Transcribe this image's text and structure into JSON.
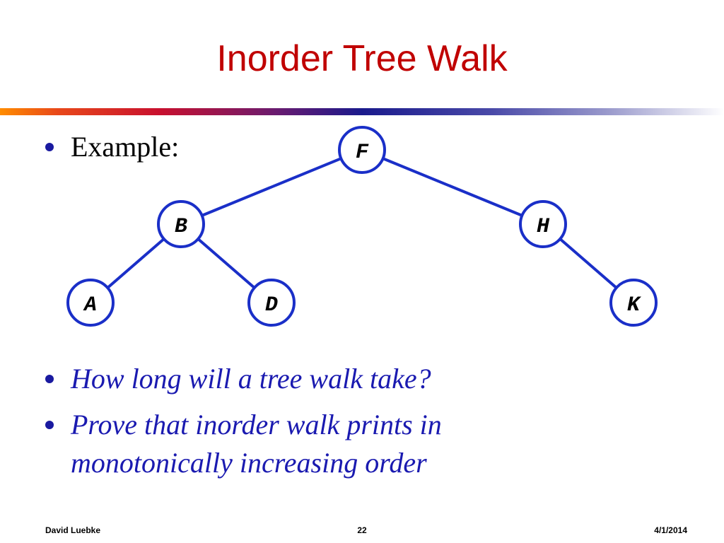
{
  "slide": {
    "title": "Inorder Tree Walk",
    "bullets": [
      "Example:",
      "How long will a tree walk take?",
      "Prove that inorder walk prints in monotonically increasing order"
    ]
  },
  "tree": {
    "nodes": {
      "F": "F",
      "B": "B",
      "H": "H",
      "A": "A",
      "D": "D",
      "K": "K"
    },
    "edges": [
      [
        "F",
        "B"
      ],
      [
        "F",
        "H"
      ],
      [
        "B",
        "A"
      ],
      [
        "B",
        "D"
      ],
      [
        "H",
        "K"
      ]
    ],
    "node_border_color": "#1a2fc8",
    "edge_color": "#1a2fc8"
  },
  "footer": {
    "author": "David Luebke",
    "page": "22",
    "date": "4/1/2014"
  }
}
